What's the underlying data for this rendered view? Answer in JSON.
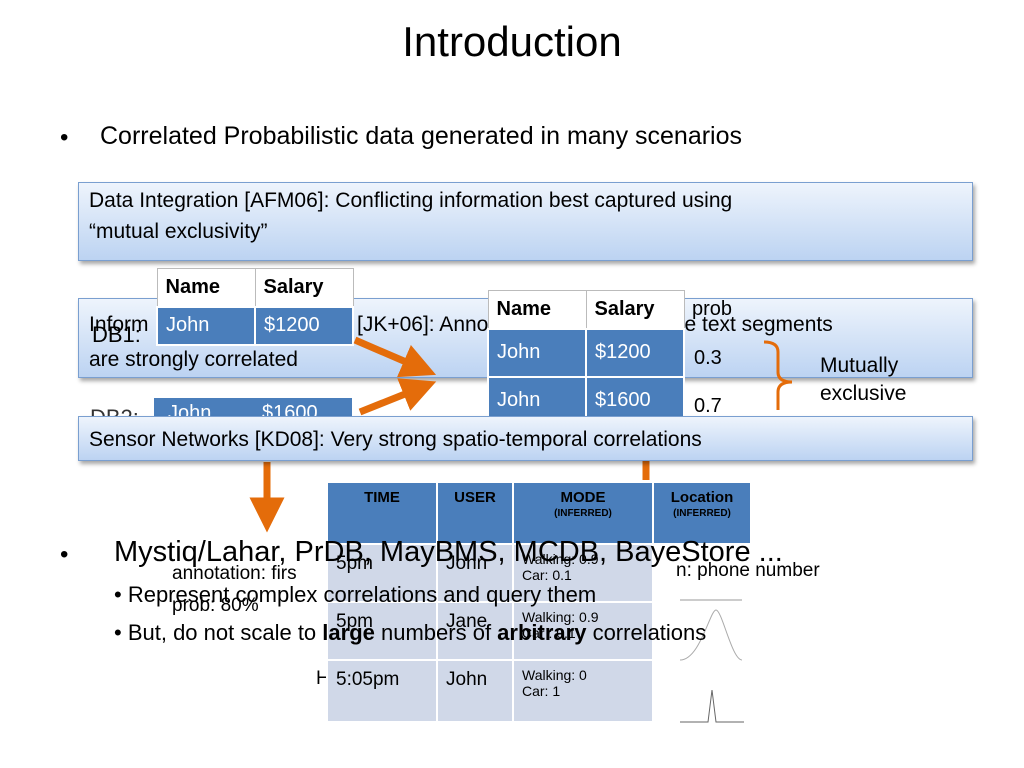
{
  "title": "Introduction",
  "bullet1": "Correlated Probabilistic data generated in many scenarios",
  "box1": {
    "line1": "Data Integration [AFM06]: Conflicting information best captured using",
    "line2": "“mutual exclusivity”"
  },
  "box2": {
    "line1a": "Inform",
    "line1b": "[JK+06]: Annotations on consecutive text segments",
    "line2": "are strongly correlated"
  },
  "box3": "Sensor Networks [KD08]: Very strong spatio-temporal correlations",
  "db1": {
    "label": "DB1:",
    "headers": [
      "Name",
      "Salary"
    ],
    "row": [
      "John",
      "$1200"
    ]
  },
  "db2": {
    "label": "DB2:",
    "row": [
      "John",
      "$1600"
    ]
  },
  "merged": {
    "headers": [
      "Name",
      "Salary",
      "prob"
    ],
    "rows": [
      [
        "John",
        "$1200",
        "0.3"
      ],
      [
        "John",
        "$1600",
        "0.7"
      ]
    ],
    "note_line1": "Mutually",
    "note_line2": "exclusive"
  },
  "sensor": {
    "headers": [
      "TIME",
      "USER",
      "MODE",
      "Location"
    ],
    "subheaders": [
      "(INFERRED)",
      "(INFERRED)"
    ],
    "rows": [
      {
        "time": "5pm",
        "user": "John",
        "mode1": "Walking: 0.9",
        "mode2": "Car: 0.1"
      },
      {
        "time": "5pm",
        "user": "Jane",
        "mode1": "Walking: 0.9",
        "mode2": "Car : 0.1"
      },
      {
        "time": "5:05pm",
        "user": "John",
        "mode1": "Walking: 0",
        "mode2": "Car: 1"
      }
    ]
  },
  "annotation": {
    "line1": "annotation: firs",
    "line2": "prob: 80%",
    "right": "n: phone number",
    "h": "H"
  },
  "bullet2": "Mystiq/Lahar, PrDB, MayBMS, MCDB, BayeStore ...",
  "sub1": "Represent complex correlations and query them",
  "sub2": {
    "a": "But, do not scale to ",
    "b": "large",
    "c": " numbers of ",
    "d": "arbitrary",
    "e": " correlations"
  },
  "colors": {
    "box_border": "#7a9fd0",
    "table_blue": "#4a7ebb",
    "sensor_cell": "#d0d8e8",
    "arrow": "#e46c0a"
  }
}
